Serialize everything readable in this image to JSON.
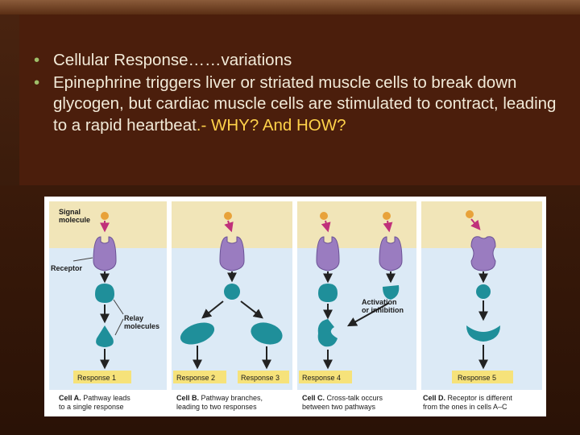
{
  "slide": {
    "bullets": [
      {
        "text": "Cellular Response……variations"
      },
      {
        "text_main": "Epinephrine triggers liver or striated muscle cells to break down glycogen, but cardiac muscle cells are stimulated to contract, leading to a rapid heartbeat",
        "text_sep": ".",
        "text_accent": "- WHY? And HOW?"
      }
    ]
  },
  "figure": {
    "label_signal": "Signal",
    "label_molecule": "molecule",
    "label_receptor": "Receptor",
    "label_relay1": "Relay",
    "label_relay2": "molecules",
    "label_activation1": "Activation",
    "label_activation2": "or inhibition",
    "responses": [
      "Response 1",
      "Response 2",
      "Response 3",
      "Response 4",
      "Response 5"
    ],
    "captions": [
      {
        "bold": "Cell A.",
        "rest1": " Pathway leads",
        "line2": "to a single response"
      },
      {
        "bold": "Cell B.",
        "rest1": " Pathway branches,",
        "line2": "leading to two responses"
      },
      {
        "bold": "Cell C.",
        "rest1": " Cross-talk occurs",
        "line2": "between two pathways"
      },
      {
        "bold": "Cell D.",
        "rest1": " Receptor is different",
        "line2": "from the ones in cells A–C"
      }
    ],
    "colors": {
      "panel": "#dceaf6",
      "membrane": "#f1e5b8",
      "receptor": "#9a7cc0",
      "relay": "#1f8f9a",
      "signal": "#e8a23a",
      "arrow": "#222222",
      "response_box": "#f6e27a"
    }
  }
}
